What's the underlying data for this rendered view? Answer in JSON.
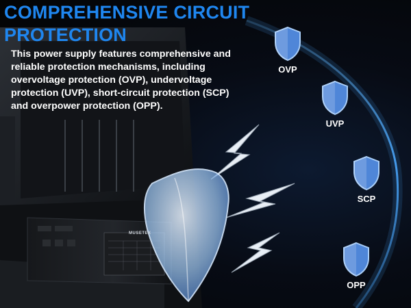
{
  "headline": {
    "line1": "COMPREHENSIVE CIRCUIT",
    "line2": "PROTECTION"
  },
  "description": {
    "lines": [
      "This power supply features comprehensive and",
      "reliable protection mechanisms, including",
      "overvoltage protection (OVP), undervoltage",
      "protection (UVP), short-circuit protection (SCP)",
      " and overpower protection (OPP)."
    ]
  },
  "badges": [
    {
      "label": "OVP",
      "icon": "shield-icon"
    },
    {
      "label": "UVP",
      "icon": "shield-icon"
    },
    {
      "label": "SCP",
      "icon": "shield-icon"
    },
    {
      "label": "OPP",
      "icon": "shield-icon"
    }
  ],
  "psu": {
    "brand": "MUSETEX"
  },
  "colors": {
    "headline": "#1f86ef",
    "text": "#ffffff",
    "shield": "#4f86d8",
    "arc": "#4aa8ff",
    "background": "#050608"
  }
}
